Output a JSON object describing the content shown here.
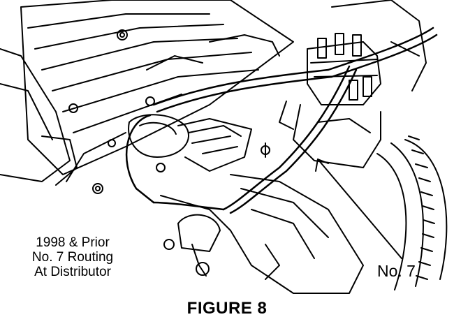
{
  "figure": {
    "title": "FIGURE 8",
    "caption_lines": [
      "1998 & Prior",
      "No. 7 Routing",
      "At Distributor"
    ],
    "callout_label": "No. 7"
  }
}
